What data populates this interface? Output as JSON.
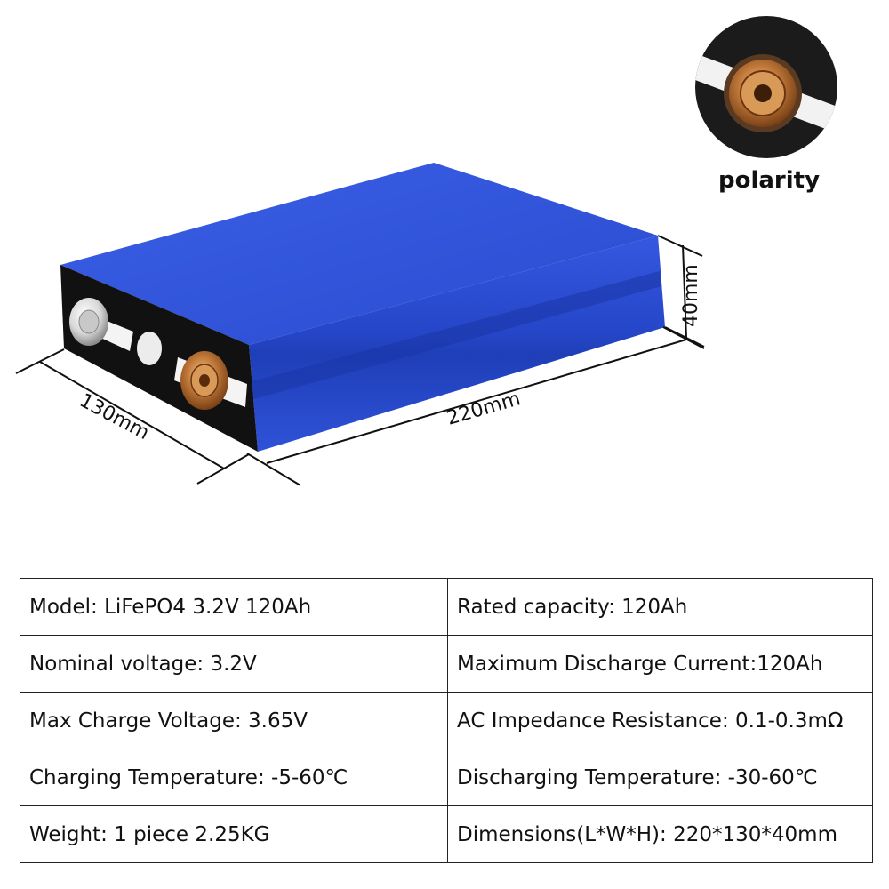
{
  "dimensions": {
    "length": "220mm",
    "width": "130mm",
    "height": "40mm"
  },
  "polarity_label": "polarity",
  "colors": {
    "cell_blue": "#2f52d8",
    "terminal_copper": "#c27a3a",
    "end_cap": "#111111"
  },
  "specs": [
    {
      "left": "Model:   LiFePO4 3.2V 120Ah",
      "right": "Rated capacity: 120Ah"
    },
    {
      "left": "Nominal voltage:   3.2V",
      "right": "Maximum Discharge Current:120Ah"
    },
    {
      "left": "Max Charge Voltage:   3.65V",
      "right": "AC Impedance Resistance: 0.1-0.3mΩ"
    },
    {
      "left": "Charging Temperature: -5-60℃",
      "right": "Discharging Temperature: -30-60℃"
    },
    {
      "left": "Weight:   1 piece 2.25KG",
      "right": "Dimensions(L*W*H): 220*130*40mm"
    }
  ]
}
